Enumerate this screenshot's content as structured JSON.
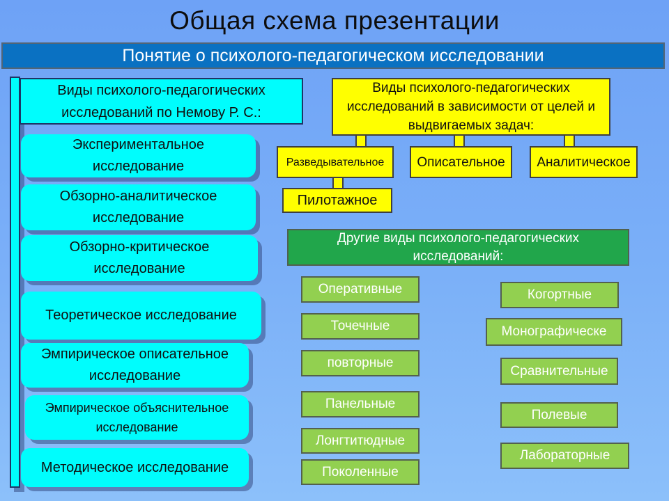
{
  "slide": {
    "title": "Общая схема презентации",
    "header": "Понятие о психолого-педагогическом исследовании"
  },
  "nemov": {
    "heading": "Виды психолого-педагогических исследований по Немову Р. С.:",
    "items": [
      "Экспериментальное исследование",
      "Обзорно-аналитическое исследование",
      "Обзорно-критическое исследование",
      "Теоретическое исследование",
      "Эмпирическое описательное исследование",
      "Эмпирическое объяснительное исследование",
      "Методическое исследование"
    ]
  },
  "goals": {
    "heading": "Виды психолого-педагогических исследований в зависимости от целей и выдвигаемых задач:",
    "children": [
      "Разведывательное",
      "Описательное",
      "Аналитическое"
    ],
    "sub": "Пилотажное"
  },
  "other": {
    "heading": "Другие виды психолого-педагогических исследований:",
    "left_items": [
      "Оперативные",
      "Точечные",
      "повторные",
      "Панельные",
      "Лонгтитюдные",
      "Поколенные"
    ],
    "right_items": [
      "Когортные",
      "Монографическе",
      "Сравнительные",
      "Полевые",
      "Лабораторные"
    ]
  },
  "colors": {
    "background": "#74a9f8",
    "header_bar": "#0a71c2",
    "cyan_box": "#00fdfd",
    "cyan_border": "#1e3566",
    "yellow_box": "#ffff00",
    "yellow_border": "#3f3f3f",
    "green_header": "#21a64b",
    "light_green": "#92d050",
    "title_text": "#0d0d0d",
    "shadow": "rgba(45,65,120,0.5)"
  }
}
